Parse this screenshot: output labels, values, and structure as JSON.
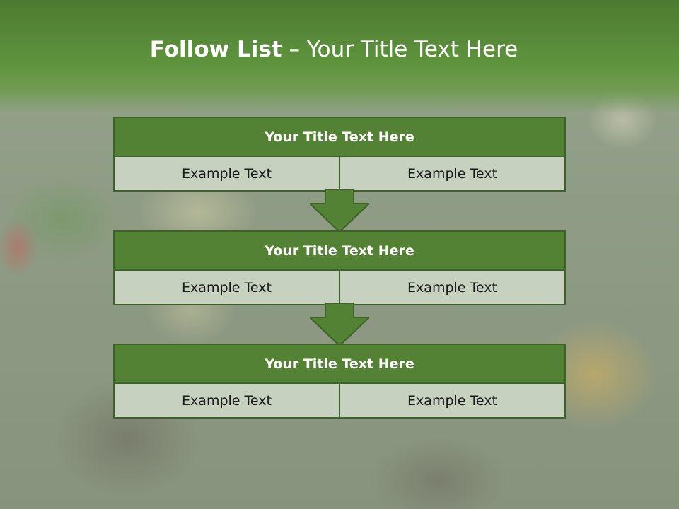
{
  "slide": {
    "title_bold": "Follow List",
    "title_rest": " – Your Title Text Here"
  },
  "steps": [
    {
      "title": "Your Title Text Here",
      "left": "Example Text",
      "right": "Example Text"
    },
    {
      "title": "Your Title Text Here",
      "left": "Example Text",
      "right": "Example Text"
    },
    {
      "title": "Your Title Text Here",
      "left": "Example Text",
      "right": "Example Text"
    }
  ],
  "colors": {
    "header_green": "#548235",
    "border_green": "#3e6327",
    "cell_fill": "#c7d1c0"
  }
}
